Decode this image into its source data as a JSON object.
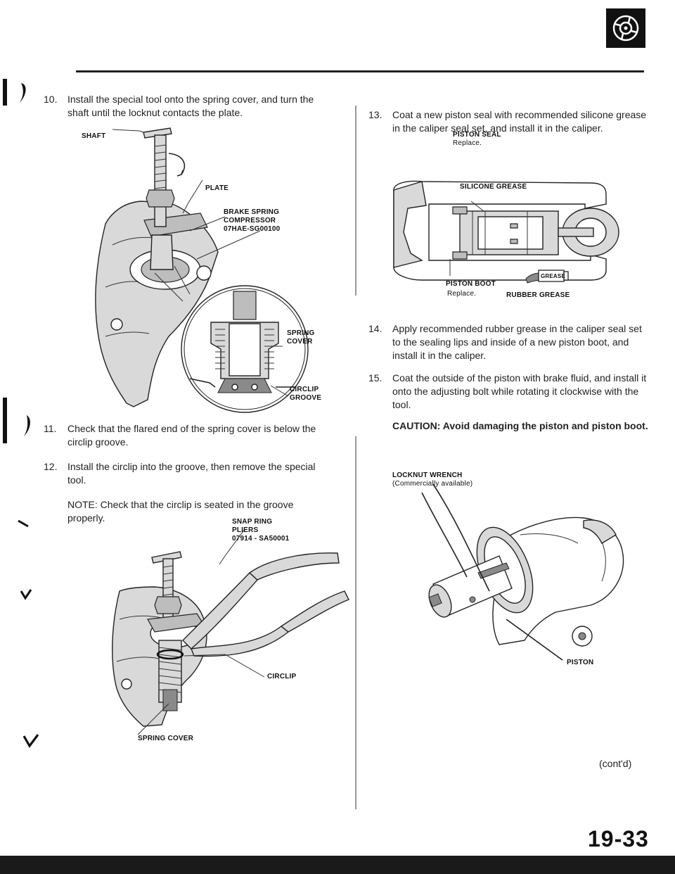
{
  "steps": {
    "s10": {
      "num": "10.",
      "text": "Install the special tool onto the spring cover, and turn the shaft until the locknut contacts the plate."
    },
    "s11": {
      "num": "11.",
      "text": "Check that the flared end of the spring cover is below the circlip groove."
    },
    "s12": {
      "num": "12.",
      "text": "Install the circlip into the groove, then remove the special tool."
    },
    "note12": "NOTE: Check that the circlip is seated in the groove properly.",
    "s13": {
      "num": "13.",
      "text": "Coat a new piston seal with recommended silicone grease in the caliper seal set, and install it in the caliper."
    },
    "s14": {
      "num": "14.",
      "text": "Apply recommended rubber grease in the caliper seal set to the sealing lips and inside of a new piston boot, and install it in the caliper."
    },
    "s15": {
      "num": "15.",
      "text": "Coat the outside of the piston with brake fluid, and install it onto the adjusting bolt while rotating it clockwise with the tool."
    },
    "caution": "CAUTION: Avoid damaging the piston and piston boot."
  },
  "fig1": {
    "shaft": "SHAFT",
    "plate": "PLATE",
    "compressor_1": "BRAKE SPRING",
    "compressor_2": "COMPRESSOR",
    "compressor_3": "07HAE-SG00100",
    "spring_cover_1": "SPRING",
    "spring_cover_2": "COVER",
    "circlip_groove_1": "CIRCLIP",
    "circlip_groove_2": "GROOVE"
  },
  "fig2": {
    "pliers_1": "SNAP RING",
    "pliers_2": "PLIERS",
    "pliers_3": "07914 - SA50001",
    "circlip": "CIRCLIP",
    "spring_cover": "SPRING COVER"
  },
  "fig3": {
    "piston_seal": "PISTON SEAL",
    "replace1": "Replace.",
    "silicone_grease": "SILICONE GREASE",
    "piston_boot": "PISTON BOOT",
    "replace2": "Replace.",
    "rubber_grease": "RUBBER GREASE",
    "grease_tube_text": "GREASE"
  },
  "fig4": {
    "wrench_1": "LOCKNUT WRENCH",
    "wrench_2": "(Commercially available)",
    "piston": "PISTON"
  },
  "footer": {
    "contd": "(cont'd)",
    "page_number": "19-33"
  }
}
